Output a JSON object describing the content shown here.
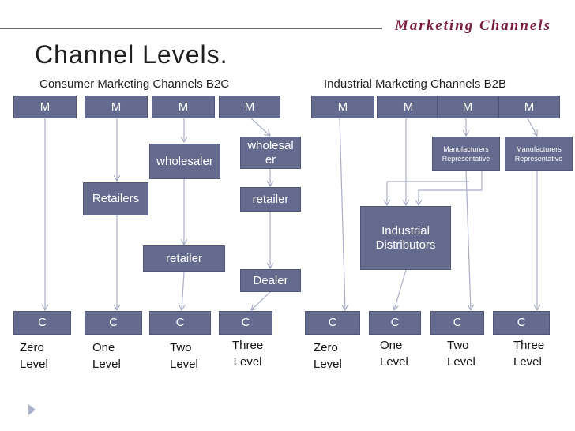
{
  "header": {
    "brand": "Marketing Channels",
    "title": "Channel Levels."
  },
  "sections": {
    "b2c_title": "Consumer Marketing Channels B2C",
    "b2b_title": "Industrial Marketing Channels B2B"
  },
  "b2c": {
    "m": [
      "M",
      "M",
      "M",
      "M"
    ],
    "c": [
      "C",
      "C",
      "C",
      "C"
    ],
    "levels": [
      {
        "line1": "Zero",
        "line2": "Level"
      },
      {
        "line1": "One",
        "line2": "Level"
      },
      {
        "line1": "Two",
        "line2": "Level"
      },
      {
        "line1": "Three",
        "line2": "Level"
      }
    ],
    "intermediaries": {
      "retailers": "Retailers",
      "wholesaler": "wholesaler",
      "retailer_two": "retailer",
      "wholesaler_three": "wholesal er",
      "retailer_three": "retailer",
      "dealer": "Dealer"
    }
  },
  "b2b": {
    "m": [
      "M",
      "M",
      "M",
      "M"
    ],
    "c": [
      "C",
      "C",
      "C",
      "C"
    ],
    "levels": [
      {
        "line1": "Zero",
        "line2": "Level"
      },
      {
        "line1": "One",
        "line2": "Level"
      },
      {
        "line1": "Two",
        "line2": "Level"
      },
      {
        "line1": "Three",
        "line2": "Level"
      }
    ],
    "intermediaries": {
      "industrial_distributors": "Industrial Distributors",
      "manufacturers_rep_1": "Manufacturers Representative",
      "manufacturers_rep_2": "Manufacturers Representative"
    }
  },
  "colors": {
    "box_fill": "#656b8e",
    "box_border": "#4f5577",
    "box_text": "#ffffff",
    "brand": "#7a1f3d",
    "line": "#a9aec9",
    "bullet": "#a9aec9"
  }
}
